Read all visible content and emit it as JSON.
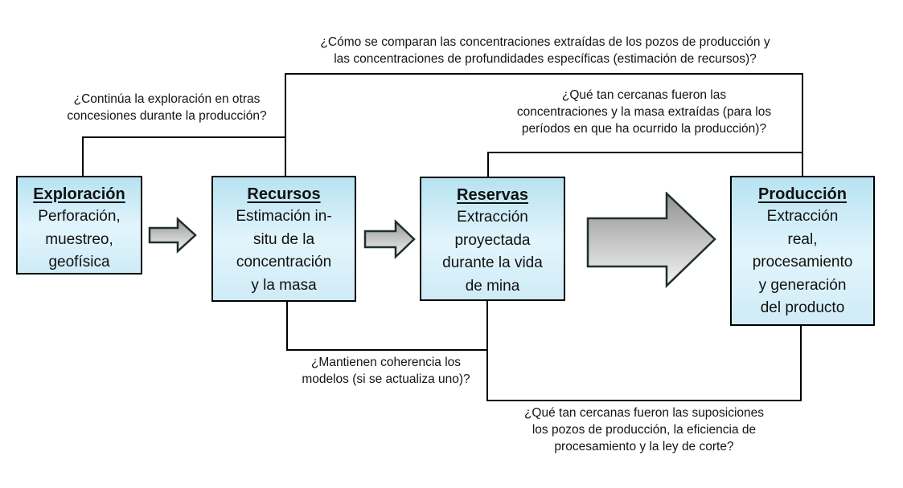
{
  "diagram": {
    "title_hint": "Mineral resource to production flow with verification questions",
    "colors": {
      "box_fill_top": "#b7e2f1",
      "box_fill_mid": "#e2f5fc",
      "box_fill_bottom": "#cfebf7",
      "box_border": "#000000",
      "line": "#000000",
      "arrow_fill_top": "#979797",
      "arrow_fill_bottom": "#f4f4f4",
      "arrow_outline": "#1f2e2e",
      "background": "#ffffff",
      "text": "#141414"
    },
    "boxes": [
      {
        "id": "exploracion",
        "title": "Exploración",
        "body": "Perforación,\nmuestreo,\ngeofísica"
      },
      {
        "id": "recursos",
        "title": "Recursos",
        "body": "Estimación in-\nsitu de la\nconcentración\ny la masa"
      },
      {
        "id": "reservas",
        "title": "Reservas",
        "body": "Extracción\nproyectada\ndurante la vida\nde mina"
      },
      {
        "id": "produccion",
        "title": "Producción",
        "body": "Extracción\nreal,\nprocesamiento\ny generación\ndel producto"
      }
    ],
    "questions": [
      {
        "id": "q-top",
        "text": "¿Cómo se comparan las concentraciones extraídas de los pozos de producción y\nlas concentraciones de profundidades específicas (estimación de recursos)?"
      },
      {
        "id": "q-left",
        "text": "¿Continúa la exploración en otras\nconcesiones durante la producción?"
      },
      {
        "id": "q-reservas-produccion",
        "text": "¿Qué tan cercanas fueron las\nconcentraciones y la masa extraídas (para los\nperíodos en que ha ocurrido la producción)?"
      },
      {
        "id": "q-modelos",
        "text": "¿Mantienen coherencia los\nmodelos (si se actualiza uno)?"
      },
      {
        "id": "q-bottom",
        "text": "¿Qué tan cercanas fueron las suposiciones\nlos pozos de producción, la eficiencia de\nprocesamiento y la ley de corte?"
      }
    ],
    "icons": [
      {
        "id": "arrow-1",
        "name": "right-arrow-icon"
      },
      {
        "id": "arrow-2",
        "name": "right-arrow-icon"
      },
      {
        "id": "arrow-3",
        "name": "right-arrow-icon-large"
      }
    ]
  }
}
